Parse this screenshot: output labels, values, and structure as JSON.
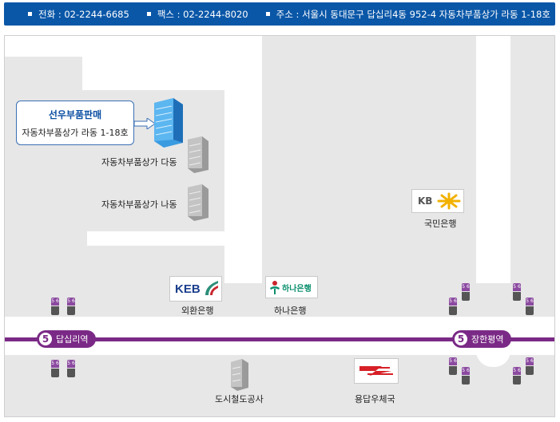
{
  "info": {
    "phone": "전화 : 02-2244-6685",
    "fax": "팩스 : 02-2244-8020",
    "address": "주소 : 서울시 동대문구 답십리4동 952-4 자동차부품상가 라동 1-18호"
  },
  "shop": {
    "name": "선우부품판매",
    "location": "자동차부품상가 라동 1-18호"
  },
  "landmarks": {
    "building_da": "자동차부품상가 다동",
    "building_na": "자동차부품상가 나동",
    "keb_logo": "KEB",
    "keb_bank": "외환은행",
    "hana_logo": "하나은행",
    "hana_bank": "하나은행",
    "kb_logo": "KB",
    "kb_bank": "국민은행",
    "rail_corp": "도시철도공사",
    "post_office": "용답우체국"
  },
  "stations": [
    {
      "line": "5",
      "name": "답십리역"
    },
    {
      "line": "5",
      "name": "장한평역"
    }
  ],
  "exit_badge": "5 6",
  "colors": {
    "header_bg": "#0a57a8",
    "subway_line": "#7a2a86",
    "map_bg": "#e7e7e7",
    "shop_blue": "#0b4ea2"
  }
}
